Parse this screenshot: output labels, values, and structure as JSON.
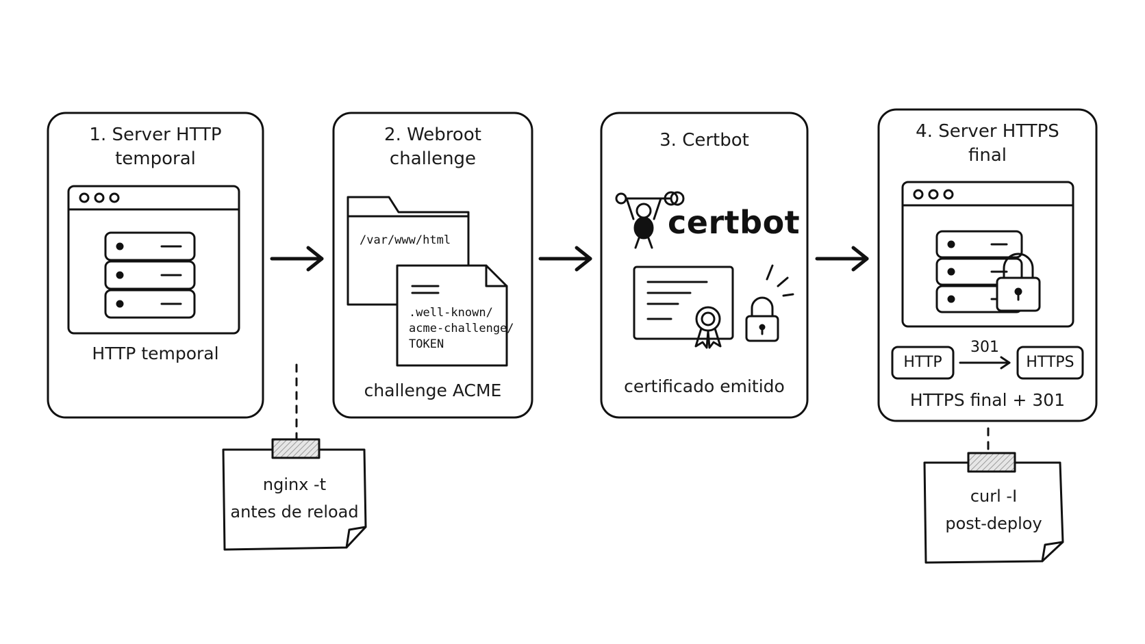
{
  "steps": [
    {
      "title": "1. Server HTTP\ntemporal",
      "caption": "HTTP temporal"
    },
    {
      "title": "2. Webroot\nchallenge",
      "caption": "challenge ACME",
      "folder_path": "/var/www/html",
      "file_lines": [
        ".well-known/",
        "acme-challenge/",
        "TOKEN"
      ]
    },
    {
      "title": "3. Certbot",
      "caption": "certificado emitido",
      "brand": "certbot"
    },
    {
      "title": "4. Server HTTPS\nfinal",
      "caption": "HTTPS final + 301",
      "redirect": {
        "from": "HTTP",
        "code": "301",
        "to": "HTTPS"
      }
    }
  ],
  "notes": [
    {
      "text": "nginx -t\nantes de reload"
    },
    {
      "text": "curl -I\npost-deploy"
    }
  ],
  "icons": [
    "browser-window-icon",
    "server-rack-icon",
    "folder-icon",
    "file-icon",
    "certbot-robot-icon",
    "certificate-icon",
    "padlock-icon",
    "arrow-right-icon"
  ],
  "colors": {
    "ink": "#111111",
    "paper": "#ffffff",
    "tape": "#d9d9d9"
  }
}
